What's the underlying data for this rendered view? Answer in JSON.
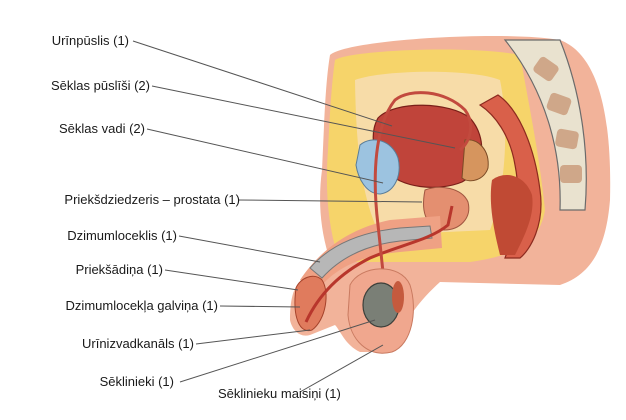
{
  "labels": {
    "bladder": "Urīnpūslis (1)",
    "seminal_vesicles": "Sēklas pūslīši (2)",
    "vas_deferens": "Sēklas vadi (2)",
    "prostate": "Priekšdziedzeris – prostata (1)",
    "penis": "Dzimumloceklis (1)",
    "foreskin": "Priekšādiņa (1)",
    "glans": "Dzimumlocekļa galviņa (1)",
    "urethra": "Urīnizvadkanāls (1)",
    "testes": "Sēklinieki (1)",
    "scrotum": "Sēklinieku maisiņi (1)"
  }
}
